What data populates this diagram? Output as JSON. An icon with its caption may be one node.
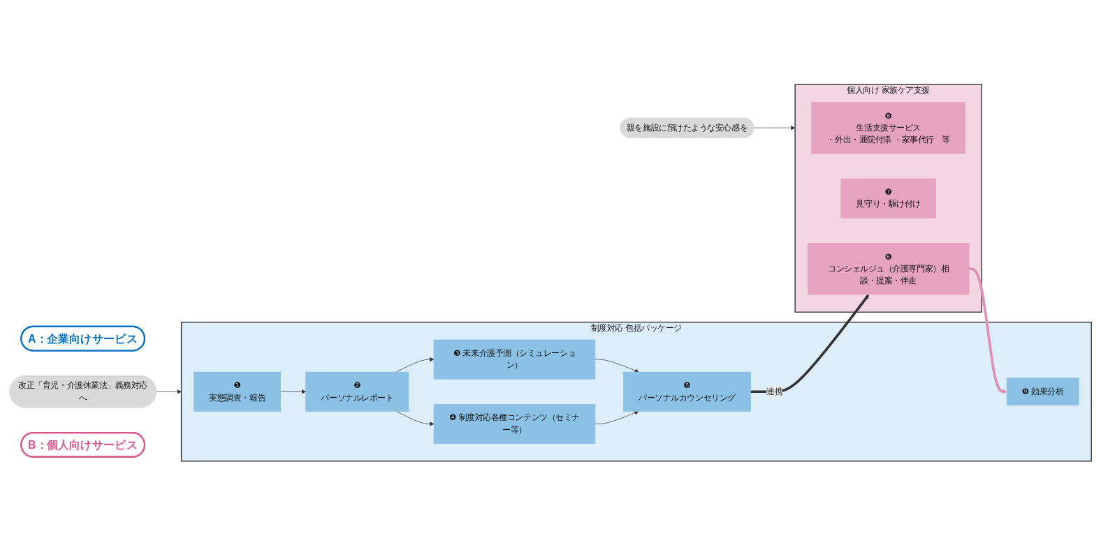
{
  "diagram": {
    "nodes": [
      {
        "text": [
          "A：企業向けサービス"
        ]
      },
      {
        "text": [
          "改正「育児・介護休業法」義務対応へ"
        ]
      },
      {
        "text": [
          "制度対応 包括パッケージ"
        ]
      },
      {
        "text": [
          "❶",
          "実態調査・報告"
        ],
        "in": 2
      },
      {
        "text": [
          "❷",
          "パーソナルレポート"
        ],
        "in": 2
      },
      {
        "text": [
          "❸ 未来介護予測（シミュレーション）"
        ],
        "in": 2
      },
      {
        "text": [
          "❹ 制度対応各種コンテンツ（セミナー等）"
        ],
        "in": 2
      },
      {
        "text": [
          "❺",
          "パーソナルカウンセリング"
        ],
        "in": 2
      },
      {
        "text": [
          "❾ 効果分析"
        ],
        "in": 2
      },
      {
        "text": [
          "B：個人向けサービス"
        ]
      },
      {
        "text": [
          "親を施設に預けたような安心感を"
        ]
      },
      {
        "text": [
          "個人向け 家族ケア支援"
        ]
      },
      {
        "text": [
          "❻",
          "コンシェルジュ（介護専門家）相談・提案・伴走"
        ],
        "in": 11
      },
      {
        "text": [
          "❼",
          "見守り・駆け付け"
        ],
        "in": 11
      },
      {
        "text": [
          "❽",
          "生活支援サービス",
          "・外出・通院付添 ・家事代行　等"
        ],
        "in": 11
      }
    ],
    "edges": [
      {
        "from": 1,
        "to": 2,
        "arrow": "to"
      },
      {
        "from": 10,
        "to": 11,
        "arrow": "to"
      },
      {
        "from": 3,
        "to": 4,
        "arrow": "to"
      },
      {
        "from": 4,
        "to": 5,
        "arrow": "to"
      },
      {
        "from": 4,
        "to": 6,
        "arrow": "to"
      },
      {
        "from": 5,
        "to": 7,
        "arrow": "to"
      },
      {
        "from": 6,
        "to": 7,
        "arrow": "to"
      },
      {
        "from": 7,
        "to": 12,
        "arrow": "to",
        "label": "連携",
        "style": "thick"
      },
      {
        "from": 12,
        "to": 8,
        "arrow": "to",
        "style": "thick",
        "color": "#e08fb4"
      }
    ]
  }
}
